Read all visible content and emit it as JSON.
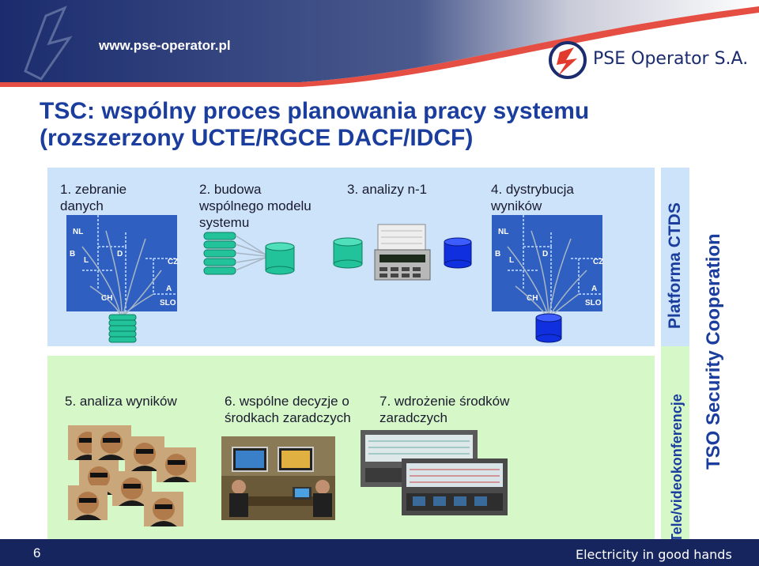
{
  "header": {
    "url": "www.pse-operator.pl",
    "brand": "PSE Operator S.A."
  },
  "title": {
    "line1": "TSC: wspólny proces planowania pracy systemu",
    "line2": "(rozszerzony UCTE/RGCE DACF/IDCF)"
  },
  "steps": {
    "s1": [
      "1. zebranie",
      "danych"
    ],
    "s2": [
      "2. budowa",
      "wspólnego modelu",
      "systemu"
    ],
    "s3": [
      "3. analizy n-1"
    ],
    "s4": [
      "4. dystrybucja",
      "wyników"
    ],
    "s5": [
      "5. analiza wyników"
    ],
    "s6": [
      "6. wspólne decyzje o",
      "środkach zaradczych"
    ],
    "s7": [
      "7. wdrożenie środków",
      "zaradczych"
    ]
  },
  "map_labels": [
    "NL",
    "B",
    "L",
    "D",
    "CZ",
    "A",
    "CH",
    "SLO"
  ],
  "side": {
    "platform": "Platforma CTDS",
    "conference": "Tele/videokonferencje",
    "tso": "TSO Security Cooperation"
  },
  "footer": {
    "page": "6",
    "slogan": "Electricity in good hands"
  },
  "colors": {
    "navy": "#17255f",
    "title_blue": "#1a3d9e",
    "panel_blue": "#cde3fa",
    "panel_green": "#d6f7c8",
    "map_blue": "#2f5fc0",
    "db_green": "#22c29a",
    "db_blue": "#1030e0"
  }
}
